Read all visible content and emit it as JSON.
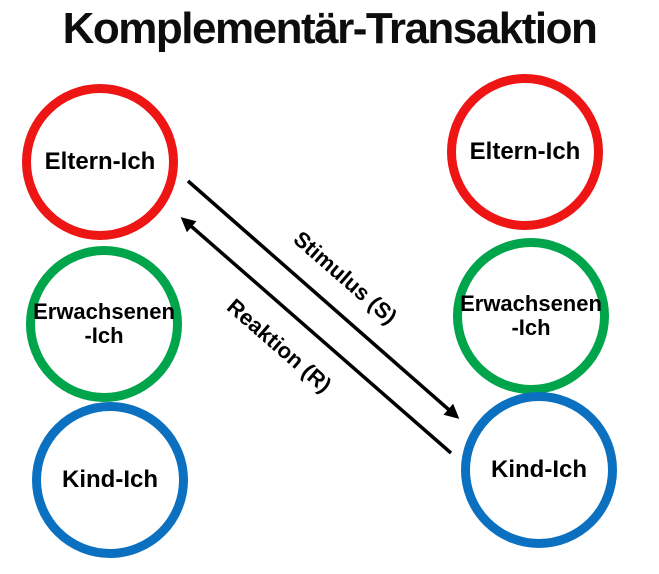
{
  "title": "Komplementär-Transaktion",
  "colors": {
    "eltern_circle": "#ee1515",
    "erwachsenen_circle": "#00a44a",
    "kind_circle": "#0b70c0",
    "arrow": "#000000",
    "text": "#000000",
    "background": "#ffffff"
  },
  "persons": {
    "left": {
      "eltern_label": "Eltern-Ich",
      "erwachsenen_label_line1": "Erwachsenen",
      "erwachsenen_label_line2": "-Ich",
      "kind_label": "Kind-Ich"
    },
    "right": {
      "eltern_label": "Eltern-Ich",
      "erwachsenen_label_line1": "Erwachsenen",
      "erwachsenen_label_line2": "-Ich",
      "kind_label": "Kind-Ich"
    }
  },
  "arrows": {
    "stimulus": {
      "label": "Stimulus (S)",
      "from": "left Eltern-Ich",
      "to": "right Kind-Ich"
    },
    "reaktion": {
      "label": "Reaktion (R)",
      "from": "right Kind-Ich",
      "to": "left Eltern-Ich"
    }
  }
}
